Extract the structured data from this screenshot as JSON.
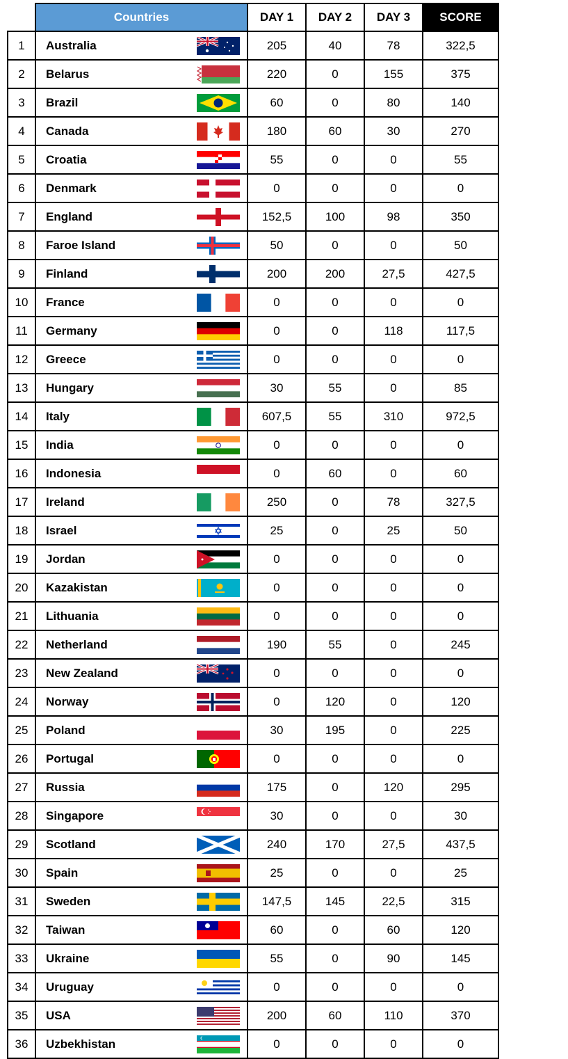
{
  "header": {
    "countries_label": "Countries",
    "day1_label": "DAY 1",
    "day2_label": "DAY 2",
    "day3_label": "DAY 3",
    "score_label": "SCORE"
  },
  "colors": {
    "header_countries_bg": "#5b9bd5",
    "header_score_bg": "#000000"
  },
  "rows": [
    {
      "rank": "1",
      "name": "Australia",
      "flag": "australia-flag-icon",
      "day1": "205",
      "day2": "40",
      "day3": "78",
      "score": "322,5"
    },
    {
      "rank": "2",
      "name": "Belarus",
      "flag": "belarus-flag-icon",
      "day1": "220",
      "day2": "0",
      "day3": "155",
      "score": "375"
    },
    {
      "rank": "3",
      "name": "Brazil",
      "flag": "brazil-flag-icon",
      "day1": "60",
      "day2": "0",
      "day3": "80",
      "score": "140"
    },
    {
      "rank": "4",
      "name": "Canada",
      "flag": "canada-flag-icon",
      "day1": "180",
      "day2": "60",
      "day3": "30",
      "score": "270"
    },
    {
      "rank": "5",
      "name": "Croatia",
      "flag": "croatia-flag-icon",
      "day1": "55",
      "day2": "0",
      "day3": "0",
      "score": "55"
    },
    {
      "rank": "6",
      "name": "Denmark",
      "flag": "denmark-flag-icon",
      "day1": "0",
      "day2": "0",
      "day3": "0",
      "score": "0"
    },
    {
      "rank": "7",
      "name": "England",
      "flag": "england-flag-icon",
      "day1": "152,5",
      "day2": "100",
      "day3": "98",
      "score": "350"
    },
    {
      "rank": "8",
      "name": "Faroe Island",
      "flag": "faroe-islands-flag-icon",
      "day1": "50",
      "day2": "0",
      "day3": "0",
      "score": "50"
    },
    {
      "rank": "9",
      "name": "Finland",
      "flag": "finland-flag-icon",
      "day1": "200",
      "day2": "200",
      "day3": "27,5",
      "score": "427,5"
    },
    {
      "rank": "10",
      "name": "France",
      "flag": "france-flag-icon",
      "day1": "0",
      "day2": "0",
      "day3": "0",
      "score": "0"
    },
    {
      "rank": "11",
      "name": "Germany",
      "flag": "germany-flag-icon",
      "day1": "0",
      "day2": "0",
      "day3": "118",
      "score": "117,5"
    },
    {
      "rank": "12",
      "name": "Greece",
      "flag": "greece-flag-icon",
      "day1": "0",
      "day2": "0",
      "day3": "0",
      "score": "0"
    },
    {
      "rank": "13",
      "name": "Hungary",
      "flag": "hungary-flag-icon",
      "day1": "30",
      "day2": "55",
      "day3": "0",
      "score": "85"
    },
    {
      "rank": "14",
      "name": "Italy",
      "flag": "italy-flag-icon",
      "day1": "607,5",
      "day2": "55",
      "day3": "310",
      "score": "972,5"
    },
    {
      "rank": "15",
      "name": "India",
      "flag": "india-flag-icon",
      "day1": "0",
      "day2": "0",
      "day3": "0",
      "score": "0"
    },
    {
      "rank": "16",
      "name": "Indonesia",
      "flag": "indonesia-flag-icon",
      "day1": "0",
      "day2": "60",
      "day3": "0",
      "score": "60"
    },
    {
      "rank": "17",
      "name": "Ireland",
      "flag": "ireland-flag-icon",
      "day1": "250",
      "day2": "0",
      "day3": "78",
      "score": "327,5"
    },
    {
      "rank": "18",
      "name": "Israel",
      "flag": "israel-flag-icon",
      "day1": "25",
      "day2": "0",
      "day3": "25",
      "score": "50"
    },
    {
      "rank": "19",
      "name": "Jordan",
      "flag": "jordan-flag-icon",
      "day1": "0",
      "day2": "0",
      "day3": "0",
      "score": "0"
    },
    {
      "rank": "20",
      "name": "Kazakistan",
      "flag": "kazakhstan-flag-icon",
      "day1": "0",
      "day2": "0",
      "day3": "0",
      "score": "0"
    },
    {
      "rank": "21",
      "name": "Lithuania",
      "flag": "lithuania-flag-icon",
      "day1": "0",
      "day2": "0",
      "day3": "0",
      "score": "0"
    },
    {
      "rank": "22",
      "name": "Netherland",
      "flag": "netherlands-flag-icon",
      "day1": "190",
      "day2": "55",
      "day3": "0",
      "score": "245"
    },
    {
      "rank": "23",
      "name": "New Zealand",
      "flag": "new-zealand-flag-icon",
      "day1": "0",
      "day2": "0",
      "day3": "0",
      "score": "0"
    },
    {
      "rank": "24",
      "name": "Norway",
      "flag": "norway-flag-icon",
      "day1": "0",
      "day2": "120",
      "day3": "0",
      "score": "120"
    },
    {
      "rank": "25",
      "name": "Poland",
      "flag": "poland-flag-icon",
      "day1": "30",
      "day2": "195",
      "day3": "0",
      "score": "225"
    },
    {
      "rank": "26",
      "name": "Portugal",
      "flag": "portugal-flag-icon",
      "day1": "0",
      "day2": "0",
      "day3": "0",
      "score": "0"
    },
    {
      "rank": "27",
      "name": "Russia",
      "flag": "russia-flag-icon",
      "day1": "175",
      "day2": "0",
      "day3": "120",
      "score": "295"
    },
    {
      "rank": "28",
      "name": "Singapore",
      "flag": "singapore-flag-icon",
      "day1": "30",
      "day2": "0",
      "day3": "0",
      "score": "30"
    },
    {
      "rank": "29",
      "name": "Scotland",
      "flag": "scotland-flag-icon",
      "day1": "240",
      "day2": "170",
      "day3": "27,5",
      "score": "437,5"
    },
    {
      "rank": "30",
      "name": "Spain",
      "flag": "spain-flag-icon",
      "day1": "25",
      "day2": "0",
      "day3": "0",
      "score": "25"
    },
    {
      "rank": "31",
      "name": "Sweden",
      "flag": "sweden-flag-icon",
      "day1": "147,5",
      "day2": "145",
      "day3": "22,5",
      "score": "315"
    },
    {
      "rank": "32",
      "name": "Taiwan",
      "flag": "taiwan-flag-icon",
      "day1": "60",
      "day2": "0",
      "day3": "60",
      "score": "120"
    },
    {
      "rank": "33",
      "name": "Ukraine",
      "flag": "ukraine-flag-icon",
      "day1": "55",
      "day2": "0",
      "day3": "90",
      "score": "145"
    },
    {
      "rank": "34",
      "name": "Uruguay",
      "flag": "uruguay-flag-icon",
      "day1": "0",
      "day2": "0",
      "day3": "0",
      "score": "0"
    },
    {
      "rank": "35",
      "name": "USA",
      "flag": "usa-flag-icon",
      "day1": "200",
      "day2": "60",
      "day3": "110",
      "score": "370"
    },
    {
      "rank": "36",
      "name": "Uzbekhistan",
      "flag": "uzbekistan-flag-icon",
      "day1": "0",
      "day2": "0",
      "day3": "0",
      "score": "0"
    }
  ]
}
